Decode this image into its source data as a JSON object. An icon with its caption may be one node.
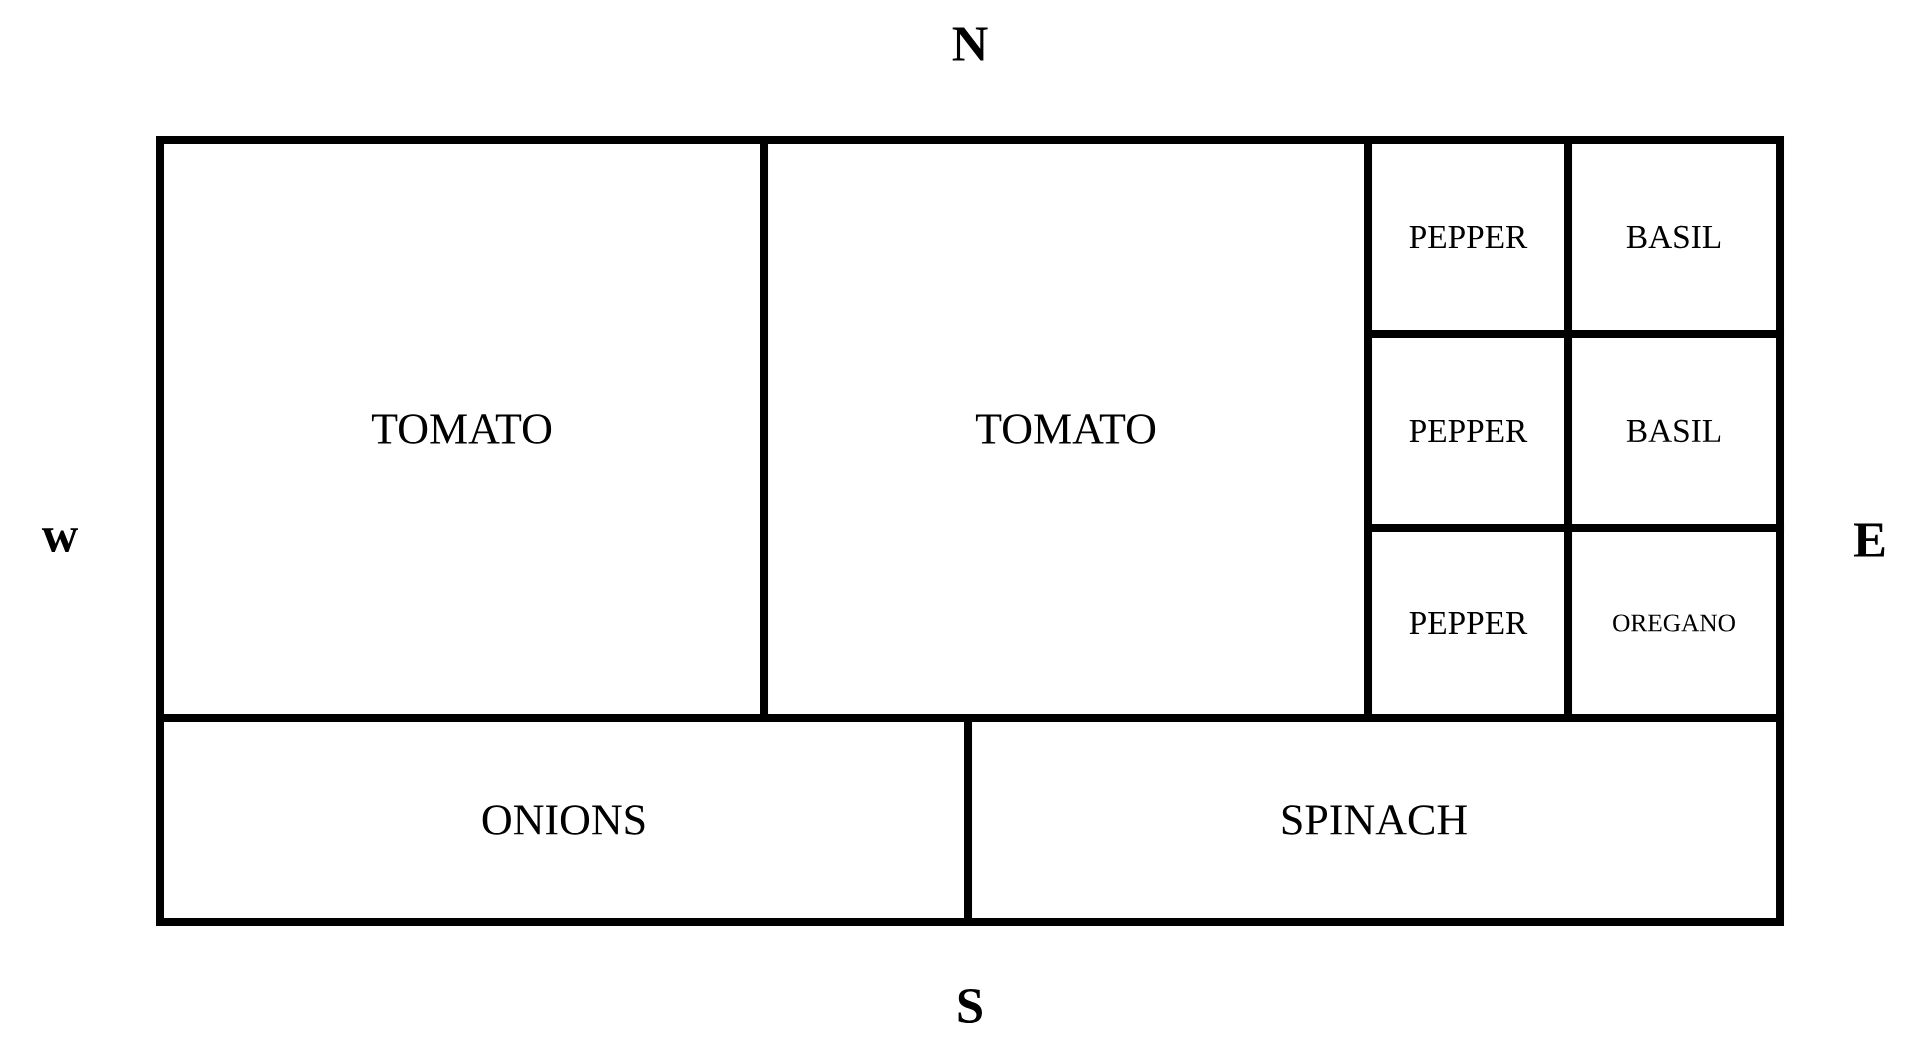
{
  "diagram": {
    "nodes": [
      {
        "text": [
          "TOMATO"
        ]
      },
      {
        "text": [
          "TOMATO"
        ]
      },
      {
        "text": [
          "PEPPER"
        ]
      },
      {
        "text": [
          "BASIL"
        ]
      },
      {
        "text": [
          "PEPPER"
        ]
      },
      {
        "text": [
          "BASIL"
        ]
      },
      {
        "text": [
          "PEPPER"
        ]
      },
      {
        "text": [
          "OREGANO"
        ]
      },
      {
        "text": [
          "ONIONS"
        ]
      },
      {
        "text": [
          "SPINACH"
        ]
      }
    ],
    "labels": [
      "N",
      "w",
      "E",
      "S"
    ]
  }
}
